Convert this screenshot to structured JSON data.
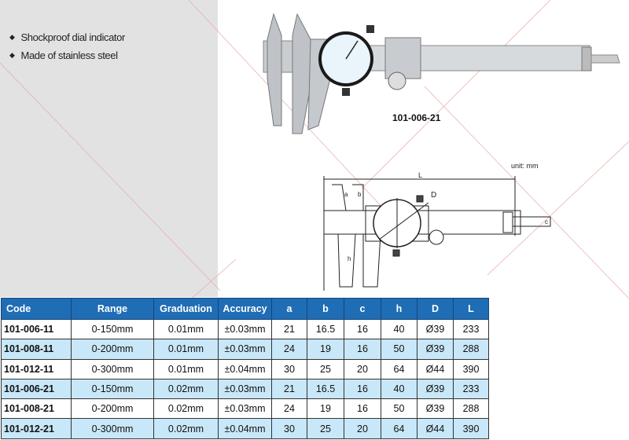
{
  "features": [
    "Shockproof dial indicator",
    "Made of stainless steel"
  ],
  "bullet_icon": "diamond-bullet",
  "product_photo": {
    "model": "101-006-21"
  },
  "diagram": {
    "unit": "unit: mm",
    "labels": {
      "L": "L",
      "D": "D",
      "a": "a",
      "b": "b",
      "c": "c",
      "h": "h"
    }
  },
  "table": {
    "headers": [
      "Code",
      "Range",
      "Graduation",
      "Accuracy",
      "a",
      "b",
      "c",
      "h",
      "D",
      "L"
    ],
    "rows": [
      [
        "101-006-11",
        "0-150mm",
        "0.01mm",
        "±0.03mm",
        "21",
        "16.5",
        "16",
        "40",
        "Ø39",
        "233"
      ],
      [
        "101-008-11",
        "0-200mm",
        "0.01mm",
        "±0.03mm",
        "24",
        "19",
        "16",
        "50",
        "Ø39",
        "288"
      ],
      [
        "101-012-11",
        "0-300mm",
        "0.01mm",
        "±0.04mm",
        "30",
        "25",
        "20",
        "64",
        "Ø44",
        "390"
      ],
      [
        "101-006-21",
        "0-150mm",
        "0.02mm",
        "±0.03mm",
        "21",
        "16.5",
        "16",
        "40",
        "Ø39",
        "233"
      ],
      [
        "101-008-21",
        "0-200mm",
        "0.02mm",
        "±0.03mm",
        "24",
        "19",
        "16",
        "50",
        "Ø39",
        "288"
      ],
      [
        "101-012-21",
        "0-300mm",
        "0.02mm",
        "±0.04mm",
        "30",
        "25",
        "20",
        "64",
        "Ø44",
        "390"
      ]
    ]
  },
  "colors": {
    "header": "#1f6db4",
    "alt_row": "#c8e7f8",
    "panel": "#e2e2e2",
    "watermark": "#d9534f"
  }
}
